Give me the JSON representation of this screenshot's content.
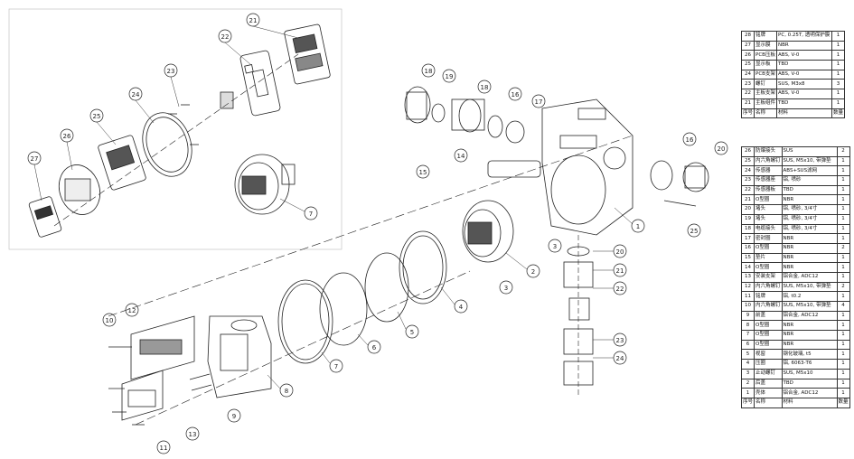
{
  "inset": {
    "callouts": [
      "21",
      "22",
      "23",
      "24",
      "25",
      "26",
      "27",
      "7"
    ]
  },
  "main": {
    "callouts": [
      "18",
      "19",
      "18",
      "16",
      "17",
      "14",
      "15",
      "16",
      "20",
      "25",
      "1",
      "2",
      "3",
      "3",
      "4",
      "5",
      "6",
      "7",
      "8",
      "9",
      "10",
      "11",
      "12",
      "13",
      "20",
      "21",
      "22",
      "23",
      "24"
    ]
  },
  "bom_top": {
    "rows": [
      {
        "no": "28",
        "name": "铭牌",
        "material": "PC, 0.25T, 透明保护膜",
        "qty": "1"
      },
      {
        "no": "27",
        "name": "显示膜",
        "material": "NBR",
        "qty": "1"
      },
      {
        "no": "26",
        "name": "PCB压板",
        "material": "ABS, V-0",
        "qty": "1"
      },
      {
        "no": "25",
        "name": "显示板",
        "material": "TBD",
        "qty": "1"
      },
      {
        "no": "24",
        "name": "PCB支架",
        "material": "ABS, V-0",
        "qty": "1"
      },
      {
        "no": "23",
        "name": "螺钉",
        "material": "SUS, M3x8",
        "qty": "3"
      },
      {
        "no": "22",
        "name": "主板支架",
        "material": "ABS, V-0",
        "qty": "1"
      },
      {
        "no": "21",
        "name": "主板组件",
        "material": "TBD",
        "qty": "1"
      },
      {
        "no": "序号",
        "name": "名称",
        "material": "材料",
        "qty": "数量"
      }
    ]
  },
  "bom_bottom": {
    "rows": [
      {
        "no": "26",
        "name": "防爆接头",
        "material": "SUS",
        "qty": "2"
      },
      {
        "no": "25",
        "name": "内六角螺钉",
        "material": "SUS, M5x10, 带弹垫",
        "qty": "1"
      },
      {
        "no": "24",
        "name": "传感器",
        "material": "ABS+SUS滤网",
        "qty": "1"
      },
      {
        "no": "23",
        "name": "传感器座",
        "material": "铝, 喷砂",
        "qty": "1"
      },
      {
        "no": "22",
        "name": "传感器板",
        "material": "TBD",
        "qty": "1"
      },
      {
        "no": "21",
        "name": "O型圈",
        "material": "NBR",
        "qty": "1"
      },
      {
        "no": "20",
        "name": "堵头",
        "material": "铝, 喷砂, 3/4寸",
        "qty": "1"
      },
      {
        "no": "19",
        "name": "堵头",
        "material": "铝, 喷砂, 3/4寸",
        "qty": "1"
      },
      {
        "no": "18",
        "name": "电缆接头",
        "material": "铝, 喷砂, 3/4寸",
        "qty": "1"
      },
      {
        "no": "17",
        "name": "密封圈",
        "material": "NBR",
        "qty": "1"
      },
      {
        "no": "16",
        "name": "O型圈",
        "material": "NBR",
        "qty": "2"
      },
      {
        "no": "15",
        "name": "垫片",
        "material": "NBR",
        "qty": "1"
      },
      {
        "no": "14",
        "name": "O型圈",
        "material": "NBR",
        "qty": "1"
      },
      {
        "no": "13",
        "name": "安装支架",
        "material": "铝合金, ADC12",
        "qty": "1"
      },
      {
        "no": "12",
        "name": "内六角螺钉",
        "material": "SUS, M5x10, 带弹垫",
        "qty": "2"
      },
      {
        "no": "11",
        "name": "铭牌",
        "material": "铝, t0.2",
        "qty": "1"
      },
      {
        "no": "10",
        "name": "内六角螺钉",
        "material": "SUS, M5x10, 带弹垫",
        "qty": "4"
      },
      {
        "no": "9",
        "name": "前盖",
        "material": "铝合金, ADC12",
        "qty": "1"
      },
      {
        "no": "8",
        "name": "O型圈",
        "material": "NBR",
        "qty": "1"
      },
      {
        "no": "7",
        "name": "O型圈",
        "material": "NBR",
        "qty": "1"
      },
      {
        "no": "6",
        "name": "O型圈",
        "material": "NBR",
        "qty": "1"
      },
      {
        "no": "5",
        "name": "视窗",
        "material": "钢化玻璃, t5",
        "qty": "1"
      },
      {
        "no": "4",
        "name": "压圈",
        "material": "铝, 6063-T6",
        "qty": "1"
      },
      {
        "no": "3",
        "name": "止动螺钉",
        "material": "SUS, M5x10",
        "qty": "1"
      },
      {
        "no": "2",
        "name": "后盖",
        "material": "TBD",
        "qty": "1"
      },
      {
        "no": "1",
        "name": "壳体",
        "material": "铝合金, ADC12",
        "qty": "1"
      },
      {
        "no": "序号",
        "name": "名称",
        "material": "材料",
        "qty": "数量"
      }
    ]
  }
}
